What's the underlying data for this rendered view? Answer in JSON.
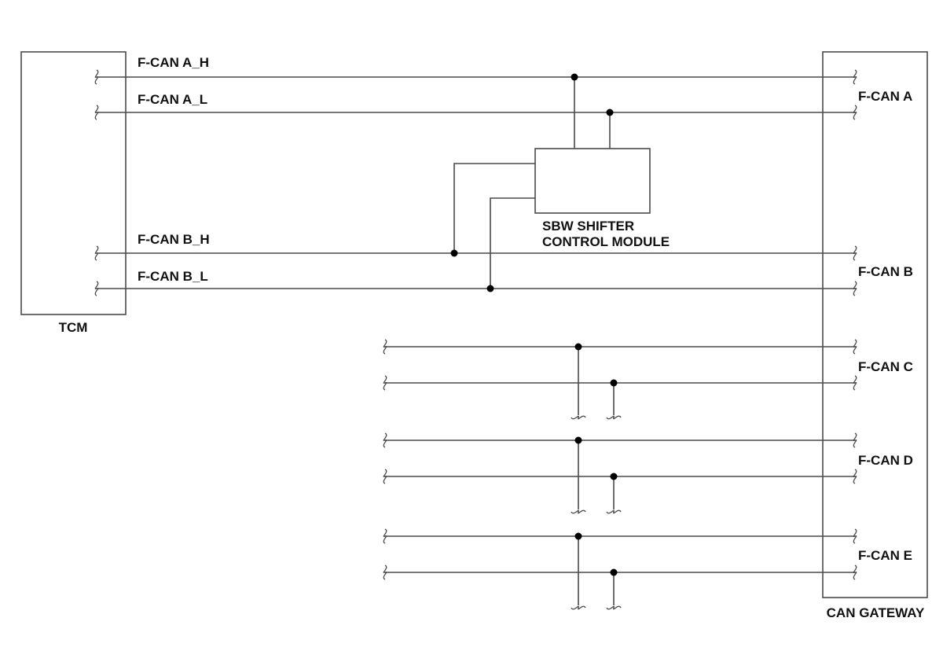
{
  "modules": {
    "tcm": "TCM",
    "gateway": "CAN GATEWAY",
    "sbw_line1": "SBW SHIFTER",
    "sbw_line2": "CONTROL MODULE"
  },
  "wires": {
    "a_h": "F-CAN A_H",
    "a_l": "F-CAN A_L",
    "b_h": "F-CAN B_H",
    "b_l": "F-CAN B_L"
  },
  "buses": {
    "a": "F-CAN A",
    "b": "F-CAN B",
    "c": "F-CAN C",
    "d": "F-CAN D",
    "e": "F-CAN E"
  },
  "colors": {
    "line": "#4a4a4a",
    "text": "#111111",
    "dot": "#000000"
  }
}
